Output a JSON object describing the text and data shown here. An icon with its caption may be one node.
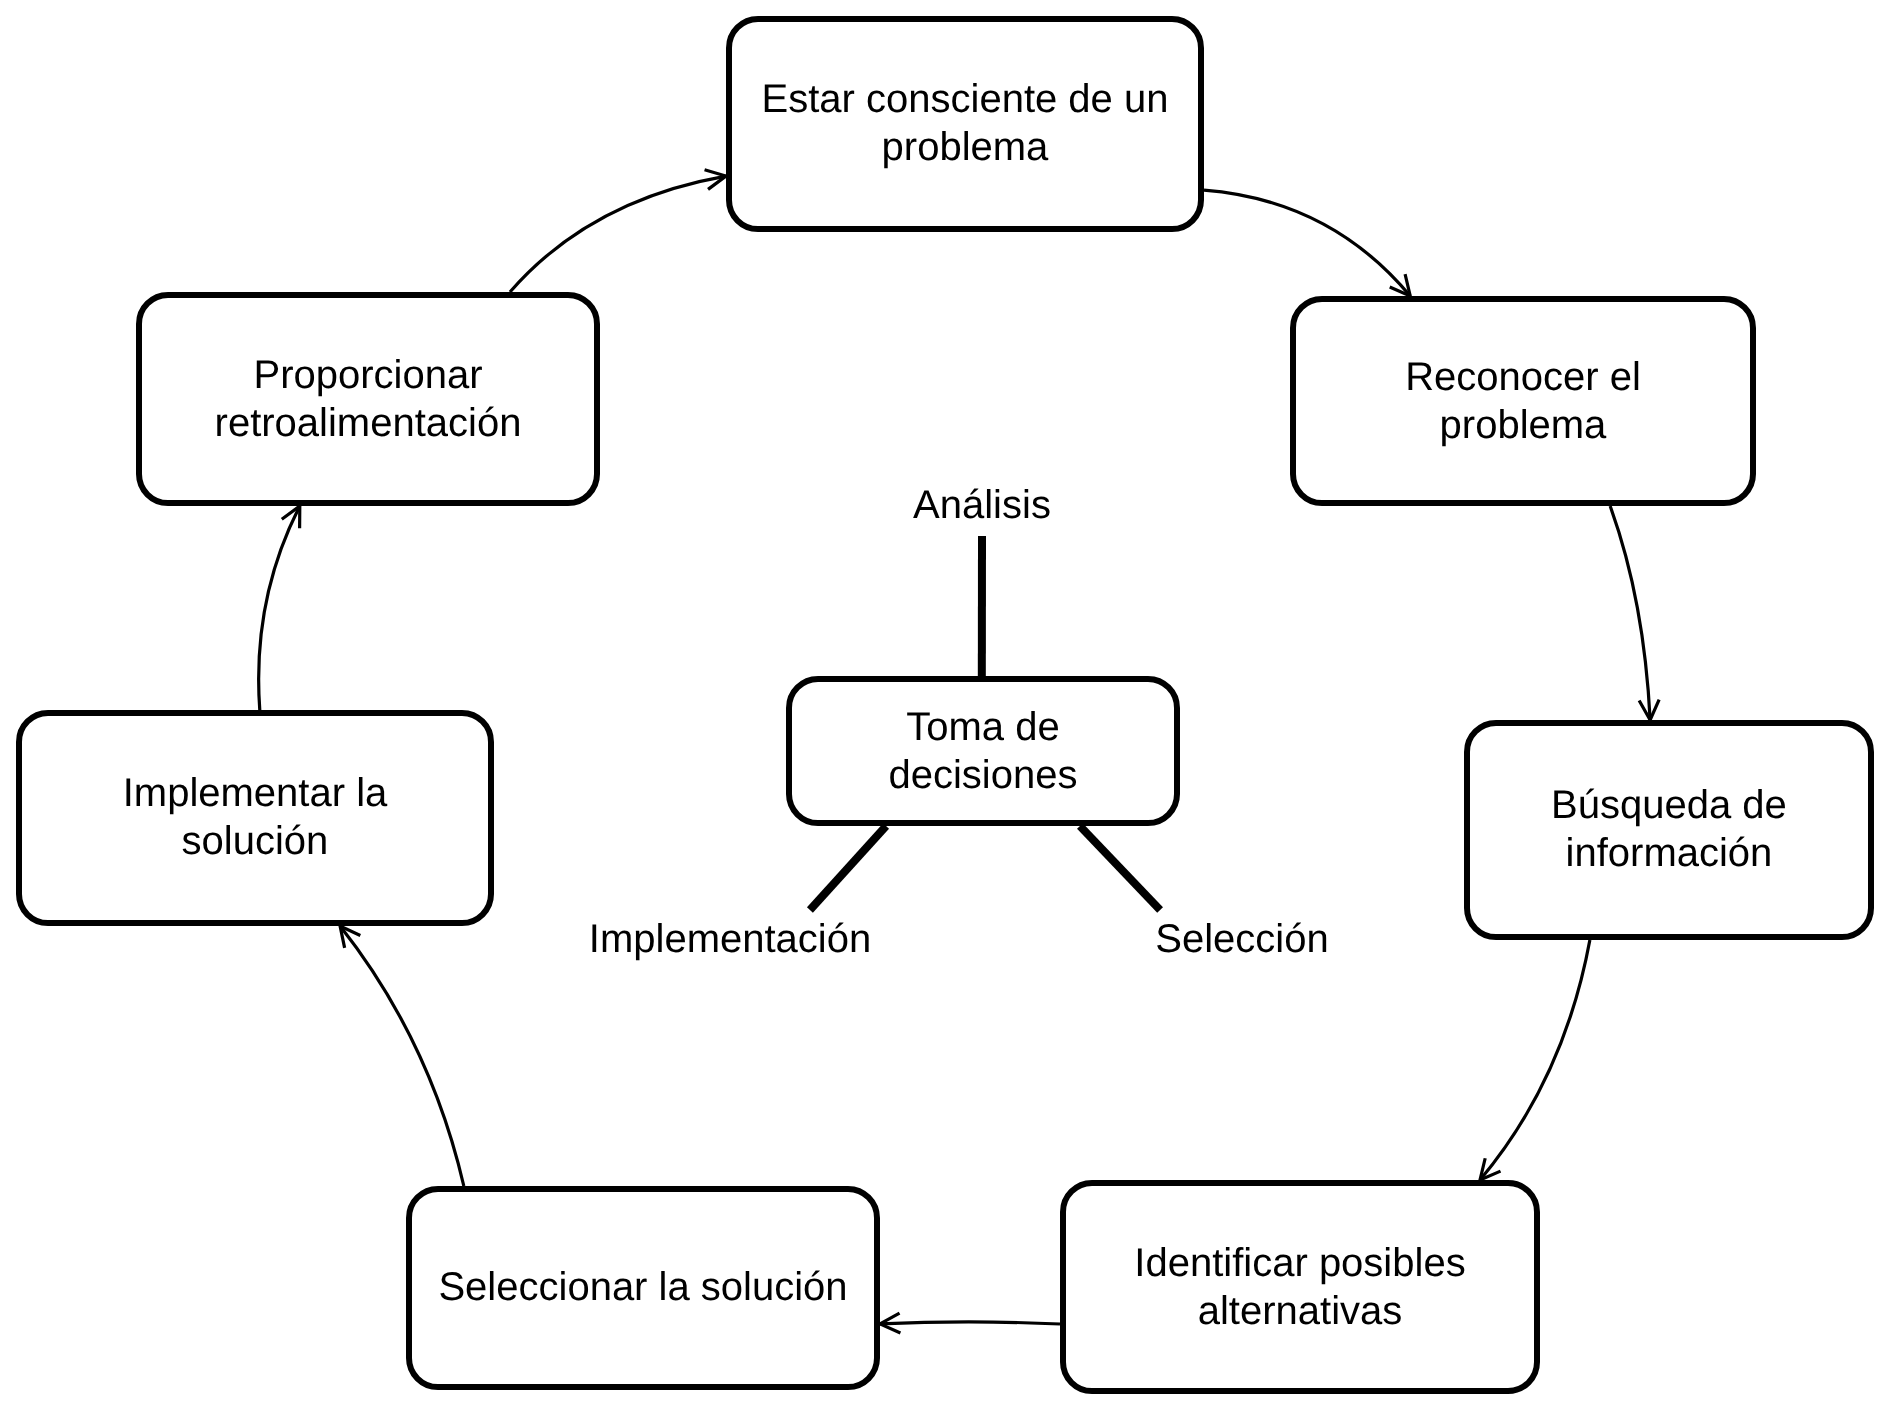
{
  "diagram": {
    "nodes": [
      {
        "text": [
          "Estar consciente de un problema"
        ]
      },
      {
        "text": [
          "Reconocer el problema"
        ]
      },
      {
        "text": [
          "Búsqueda de información"
        ]
      },
      {
        "text": [
          "Identificar posibles alternativas"
        ]
      },
      {
        "text": [
          "Seleccionar la solución"
        ]
      },
      {
        "text": [
          "Implementar la solución"
        ]
      },
      {
        "text": [
          "Proporcionar retroalimentación"
        ]
      },
      {
        "text": [
          "Toma de decisiones"
        ]
      },
      {
        "text": [
          "Análisis"
        ]
      },
      {
        "text": [
          "Implementación"
        ]
      },
      {
        "text": [
          "Selección"
        ]
      }
    ],
    "edges": [
      {
        "from": 0,
        "to": 1,
        "arrow": "to"
      },
      {
        "from": 1,
        "to": 2,
        "arrow": "to"
      },
      {
        "from": 2,
        "to": 3,
        "arrow": "to"
      },
      {
        "from": 3,
        "to": 4,
        "arrow": "to"
      },
      {
        "from": 4,
        "to": 5,
        "arrow": "to"
      },
      {
        "from": 5,
        "to": 6,
        "arrow": "to"
      },
      {
        "from": 6,
        "to": 0,
        "arrow": "to"
      },
      {
        "from": 7,
        "to": 8,
        "arrow": "none",
        "style": "thick"
      },
      {
        "from": 7,
        "to": 9,
        "arrow": "none",
        "style": "thick"
      },
      {
        "from": 7,
        "to": 10,
        "arrow": "none",
        "style": "thick"
      }
    ]
  }
}
